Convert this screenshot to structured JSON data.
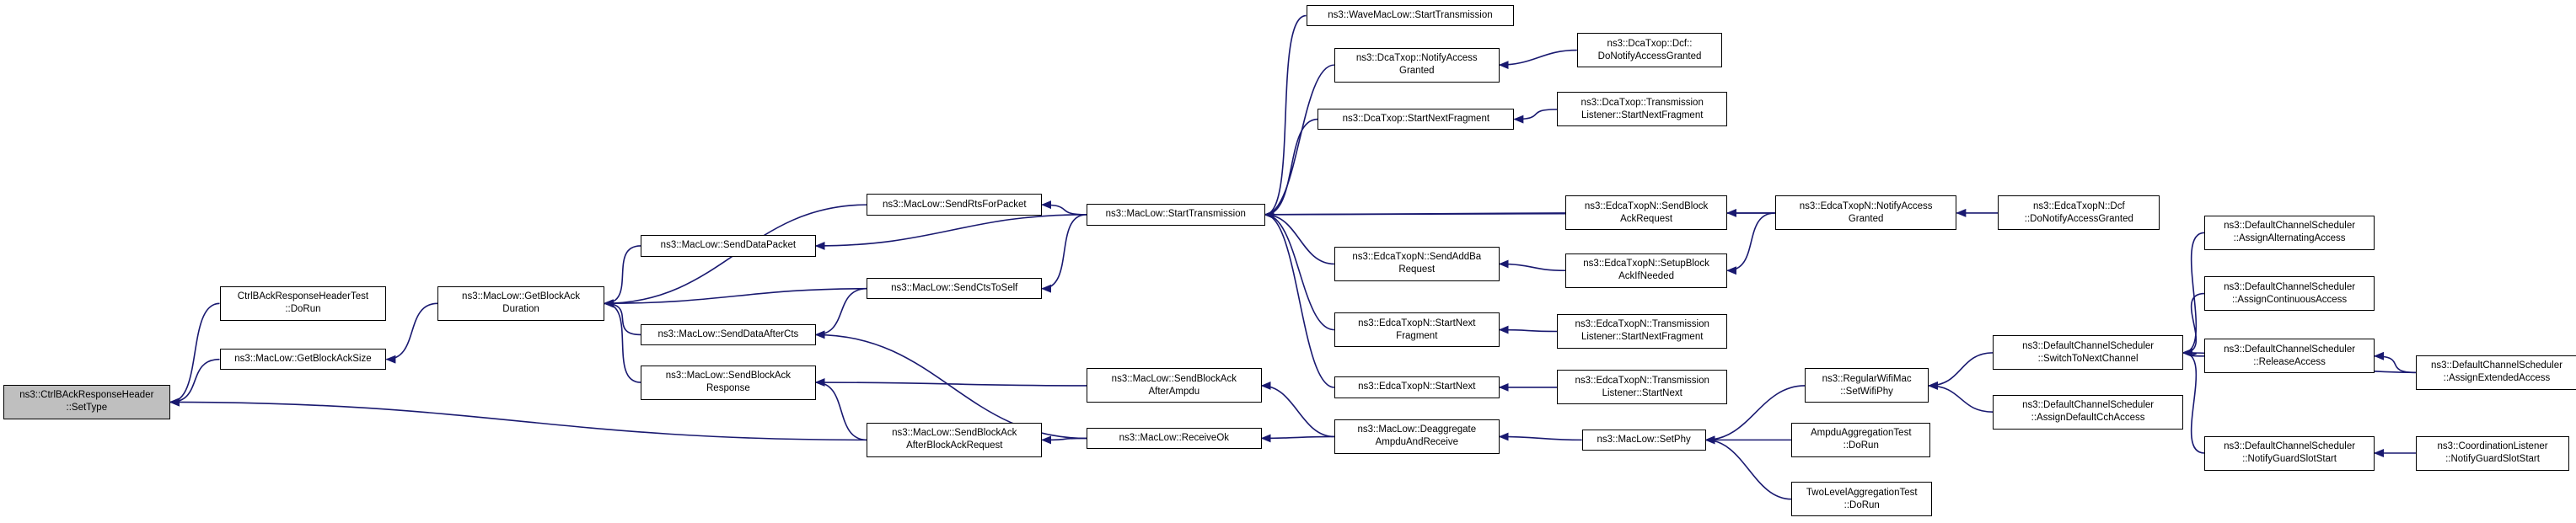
{
  "nodes": [
    {
      "id": "root",
      "lines": [
        "ns3::CtrlBAckResponseHeader",
        "::SetType"
      ],
      "root": true
    },
    {
      "id": "ctrlbtest",
      "lines": [
        "CtrlBAckResponseHeaderTest",
        "::DoRun"
      ]
    },
    {
      "id": "getbasize",
      "lines": [
        "ns3::MacLow::GetBlockAckSize"
      ]
    },
    {
      "id": "getbadur",
      "lines": [
        "ns3::MacLow::GetBlockAck",
        "Duration"
      ]
    },
    {
      "id": "senddatapkt",
      "lines": [
        "ns3::MacLow::SendDataPacket"
      ]
    },
    {
      "id": "senddataaftercts",
      "lines": [
        "ns3::MacLow::SendDataAfterCts"
      ]
    },
    {
      "id": "sendbaresp",
      "lines": [
        "ns3::MacLow::SendBlockAck",
        "Response"
      ]
    },
    {
      "id": "sendrts",
      "lines": [
        "ns3::MacLow::SendRtsForPacket"
      ]
    },
    {
      "id": "sendctstoself",
      "lines": [
        "ns3::MacLow::SendCtsToSelf"
      ]
    },
    {
      "id": "sendbaafterbareq",
      "lines": [
        "ns3::MacLow::SendBlockAck",
        "AfterBlockAckRequest"
      ]
    },
    {
      "id": "sendbaafterampdu",
      "lines": [
        "ns3::MacLow::SendBlockAck",
        "AfterAmpdu"
      ]
    },
    {
      "id": "receiveok",
      "lines": [
        "ns3::MacLow::ReceiveOk"
      ]
    },
    {
      "id": "starttx",
      "lines": [
        "ns3::MacLow::StartTransmission"
      ]
    },
    {
      "id": "wavestarttx",
      "lines": [
        "ns3::WaveMacLow::StartTransmission"
      ]
    },
    {
      "id": "dcanotify",
      "lines": [
        "ns3::DcaTxop::NotifyAccess",
        "Granted"
      ]
    },
    {
      "id": "dcastartnext",
      "lines": [
        "ns3::DcaTxop::StartNextFragment"
      ]
    },
    {
      "id": "edcasendaddba",
      "lines": [
        "ns3::EdcaTxopN::SendAddBa",
        "Request"
      ]
    },
    {
      "id": "edcastartnextfrag",
      "lines": [
        "ns3::EdcaTxopN::StartNext",
        "Fragment"
      ]
    },
    {
      "id": "edcastartnext",
      "lines": [
        "ns3::EdcaTxopN::StartNext"
      ]
    },
    {
      "id": "deagg",
      "lines": [
        "ns3::MacLow::Deaggregate",
        "AmpduAndReceive"
      ]
    },
    {
      "id": "dcfdonotify",
      "lines": [
        "ns3::DcaTxop::Dcf::",
        "DoNotifyAccessGranted"
      ]
    },
    {
      "id": "dcatxlistener",
      "lines": [
        "ns3::DcaTxop::Transmission",
        "Listener::StartNextFragment"
      ]
    },
    {
      "id": "edcasendbareq",
      "lines": [
        "ns3::EdcaTxopN::SendBlock",
        "AckRequest"
      ]
    },
    {
      "id": "edcasetupba",
      "lines": [
        "ns3::EdcaTxopN::SetupBlock",
        "AckIfNeeded"
      ]
    },
    {
      "id": "edcatxlistenerfrag",
      "lines": [
        "ns3::EdcaTxopN::Transmission",
        "Listener::StartNextFragment"
      ]
    },
    {
      "id": "edcatxlistenernext",
      "lines": [
        "ns3::EdcaTxopN::Transmission",
        "Listener::StartNext"
      ]
    },
    {
      "id": "setphy",
      "lines": [
        "ns3::MacLow::SetPhy"
      ]
    },
    {
      "id": "edcanotify",
      "lines": [
        "ns3::EdcaTxopN::NotifyAccess",
        "Granted"
      ]
    },
    {
      "id": "edcadcfnotify",
      "lines": [
        "ns3::EdcaTxopN::Dcf",
        "::DoNotifyAccessGranted"
      ]
    },
    {
      "id": "regwifisetphy",
      "lines": [
        "ns3::RegularWifiMac",
        "::SetWifiPhy"
      ]
    },
    {
      "id": "ampdutest",
      "lines": [
        "AmpduAggregationTest",
        "::DoRun"
      ]
    },
    {
      "id": "twoleveltest",
      "lines": [
        "TwoLevelAggregationTest",
        "::DoRun"
      ]
    },
    {
      "id": "switchtonext",
      "lines": [
        "ns3::DefaultChannelScheduler",
        "::SwitchToNextChannel"
      ]
    },
    {
      "id": "assigndefaultcch",
      "lines": [
        "ns3::DefaultChannelScheduler",
        "::AssignDefaultCchAccess"
      ]
    },
    {
      "id": "assignalternating",
      "lines": [
        "ns3::DefaultChannelScheduler",
        "::AssignAlternatingAccess"
      ]
    },
    {
      "id": "assigncontinuous",
      "lines": [
        "ns3::DefaultChannelScheduler",
        "::AssignContinuousAccess"
      ]
    },
    {
      "id": "releaseaccess",
      "lines": [
        "ns3::DefaultChannelScheduler",
        "::ReleaseAccess"
      ]
    },
    {
      "id": "notifyguard",
      "lines": [
        "ns3::DefaultChannelScheduler",
        "::NotifyGuardSlotStart"
      ]
    },
    {
      "id": "assignextended",
      "lines": [
        "ns3::DefaultChannelScheduler",
        "::AssignExtendedAccess"
      ]
    },
    {
      "id": "coordnotifyguard",
      "lines": [
        "ns3::CoordinationListener",
        "::NotifyGuardSlotStart"
      ]
    }
  ],
  "edges": [
    [
      "ctrlbtest",
      "root"
    ],
    [
      "getbasize",
      "root"
    ],
    [
      "sendbaafterbareq",
      "root"
    ],
    [
      "getbadur",
      "getbasize"
    ],
    [
      "sendrts",
      "getbadur"
    ],
    [
      "senddatapkt",
      "getbadur"
    ],
    [
      "sendctstoself",
      "getbadur"
    ],
    [
      "senddataaftercts",
      "getbadur"
    ],
    [
      "sendbaresp",
      "getbadur"
    ],
    [
      "sendctstoself",
      "senddataaftercts"
    ],
    [
      "receiveok",
      "senddataaftercts"
    ],
    [
      "sendbaafterampdu",
      "sendbaresp"
    ],
    [
      "sendbaafterbareq",
      "sendbaresp"
    ],
    [
      "receiveok",
      "sendbaafterbareq"
    ],
    [
      "starttx",
      "sendrts"
    ],
    [
      "starttx",
      "senddatapkt"
    ],
    [
      "starttx",
      "sendctstoself"
    ],
    [
      "deagg",
      "sendbaafterampdu"
    ],
    [
      "deagg",
      "receiveok"
    ],
    [
      "wavestarttx",
      "starttx"
    ],
    [
      "dcanotify",
      "starttx"
    ],
    [
      "dcastartnext",
      "starttx"
    ],
    [
      "edcasendbareq",
      "starttx"
    ],
    [
      "edcanotify",
      "starttx"
    ],
    [
      "edcasendaddba",
      "starttx"
    ],
    [
      "edcastartnextfrag",
      "starttx"
    ],
    [
      "edcastartnext",
      "starttx"
    ],
    [
      "dcfdonotify",
      "dcanotify"
    ],
    [
      "dcatxlistener",
      "dcastartnext"
    ],
    [
      "edcanotify",
      "edcasendbareq"
    ],
    [
      "edcasetupba",
      "edcasendaddba"
    ],
    [
      "edcanotify",
      "edcasetupba"
    ],
    [
      "edcadcfnotify",
      "edcanotify"
    ],
    [
      "edcatxlistenerfrag",
      "edcastartnextfrag"
    ],
    [
      "edcatxlistenernext",
      "edcastartnext"
    ],
    [
      "setphy",
      "deagg"
    ],
    [
      "regwifisetphy",
      "setphy"
    ],
    [
      "ampdutest",
      "setphy"
    ],
    [
      "twoleveltest",
      "setphy"
    ],
    [
      "switchtonext",
      "regwifisetphy"
    ],
    [
      "assigndefaultcch",
      "regwifisetphy"
    ],
    [
      "assignalternating",
      "switchtonext"
    ],
    [
      "assigncontinuous",
      "switchtonext"
    ],
    [
      "releaseaccess",
      "switchtonext"
    ],
    [
      "notifyguard",
      "switchtonext"
    ],
    [
      "assignextended",
      "switchtonext"
    ],
    [
      "assignextended",
      "releaseaccess"
    ],
    [
      "coordnotifyguard",
      "notifyguard"
    ]
  ],
  "colors": {
    "edge": "#191970",
    "node_border": "#000000",
    "node_fill": "#ffffff",
    "root_fill": "#bfbfbf"
  }
}
